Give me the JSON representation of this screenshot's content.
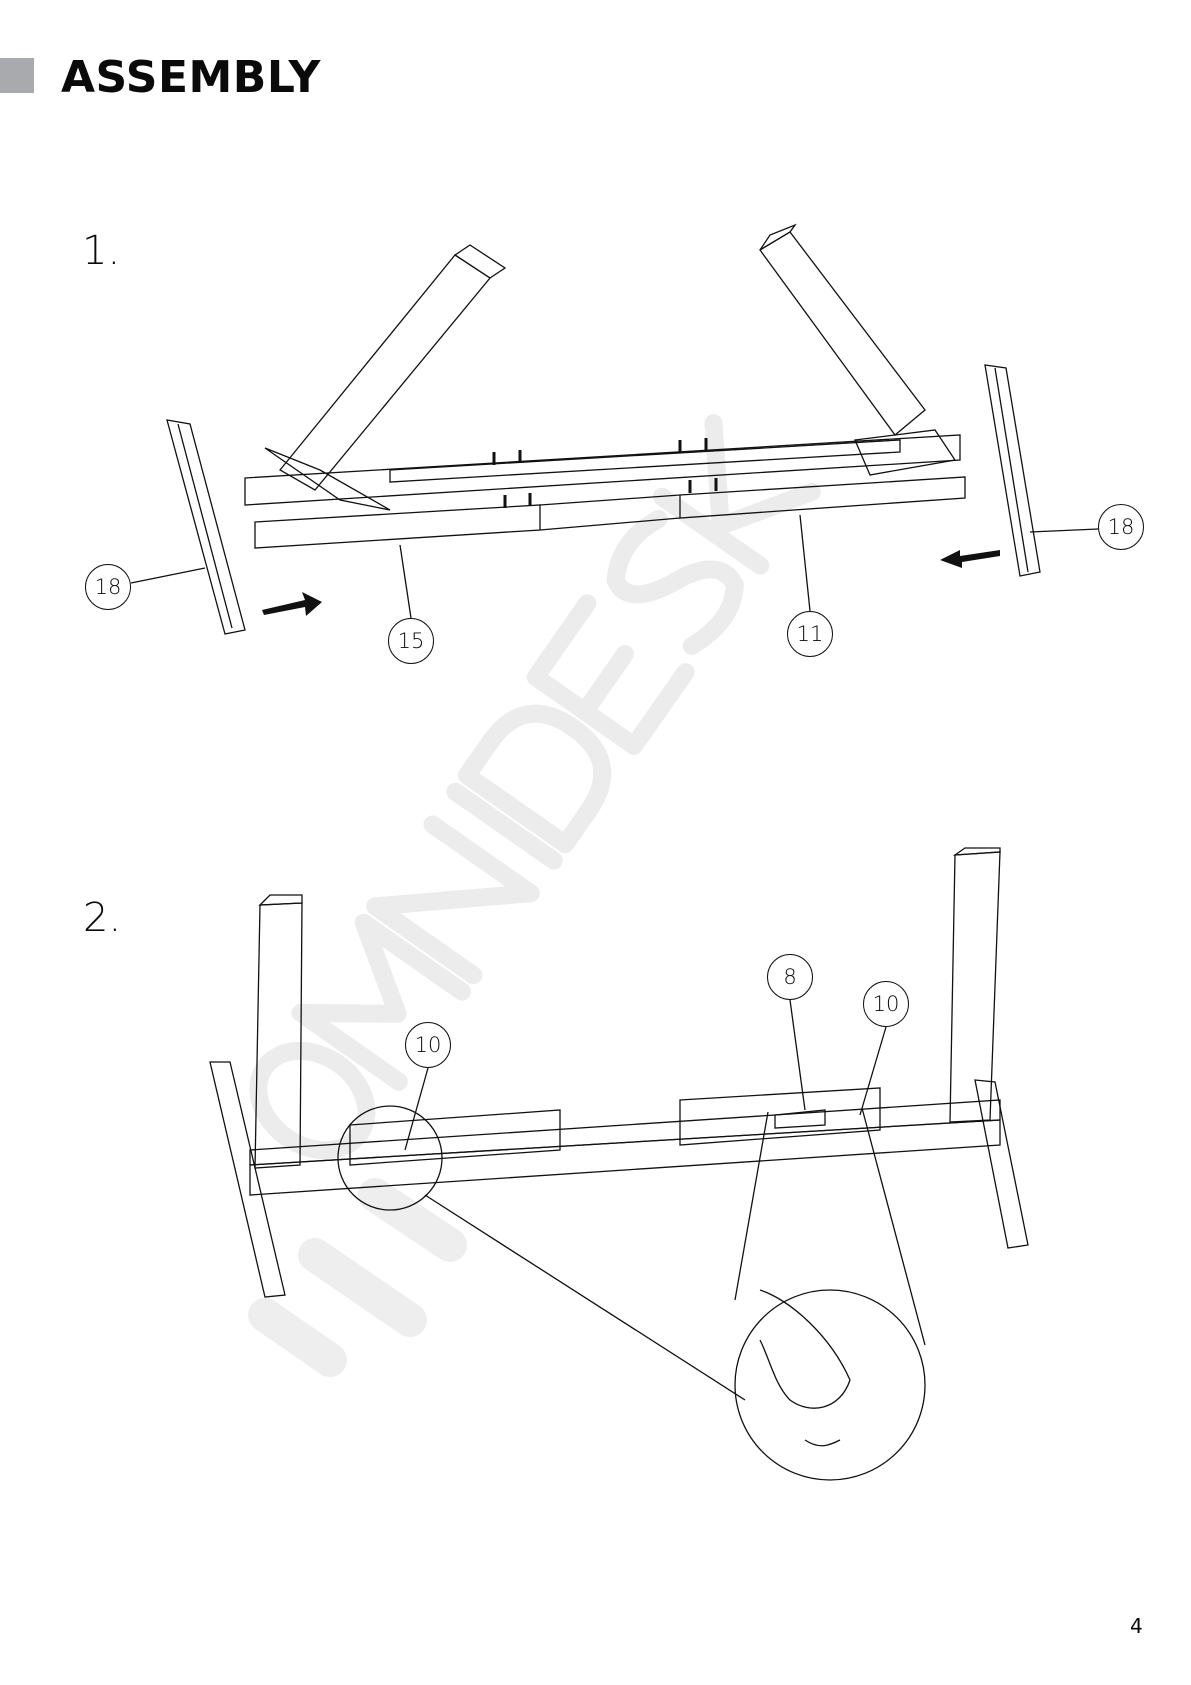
{
  "header": {
    "title": "ASSEMBLY"
  },
  "steps": [
    {
      "label": "1.",
      "callouts": [
        "18",
        "15",
        "11",
        "18"
      ]
    },
    {
      "label": "2.",
      "callouts": [
        "10",
        "8",
        "10"
      ]
    }
  ],
  "watermark": "OMNIDESK",
  "page_number": "4"
}
